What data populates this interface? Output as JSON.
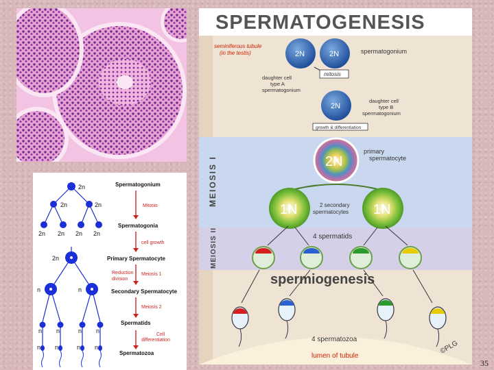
{
  "slide": {
    "number": "35"
  },
  "histology": {
    "image": "seminiferous tubule micrograph"
  },
  "lineage": {
    "labels": {
      "spermatogonium": "Spermatogonium",
      "mitosis": "Mitosis",
      "spermatogonia": "Spermatogonia",
      "cell_growth": "cell growth",
      "primary": "Primary Spermatocyte",
      "reduction": "Reduction",
      "division": "division",
      "meiosis1": "Meiosis 1",
      "secondary": "Secondary Spermatocyte",
      "meiosis2": "Meiosis 2",
      "spermatids": "Spermatids",
      "cell": "Cell",
      "differentiation": "differentiation",
      "spermatozoa": "Spermatozoa"
    },
    "ploidy": {
      "two_n": "2n",
      "n": "n"
    },
    "colors": {
      "node": "#1a2fd6",
      "arrow": "#cc2222",
      "text": "#111111"
    }
  },
  "main": {
    "title": "SPERMATOGENESIS",
    "labels": {
      "tubule1": "seminiferous tubule",
      "tubule2": "(in the testis)",
      "spermatogonium": "spermatogonium",
      "mitosis": "mitosis",
      "daughter_a1": "daughter cell",
      "daughter_a2": "type A",
      "daughter_a3": "spermatogonium",
      "daughter_b1": "daughter cell",
      "daughter_b2": "type B",
      "daughter_b3": "spermatogonium",
      "growth": "growth & differentiation",
      "meiosis1": "MEIOSIS I",
      "primary1": "primary",
      "primary2": "spermatocyte",
      "secondary1": "2 secondary",
      "secondary2": "spermatocytes",
      "meiosis2": "MEIOSIS II",
      "spermatids": "4 spermatids",
      "spermiogenesis": "spermiogenesis",
      "spermatozoa": "4 spermatozoa",
      "lumen": "lumen of tubule",
      "copyright": "©PLG"
    },
    "ploidy": {
      "two_n": "2N",
      "one_n": "1N"
    },
    "colors": {
      "title": "#555555",
      "tubule_label": "#cc2200",
      "band1": "#c9d8ee",
      "band2": "#d5cfe8",
      "spermatogonium_cell": "#2a5fb0",
      "lumen_fill": "#fbf0dc",
      "cap_red": "#d62020",
      "cap_blue": "#2a60d0",
      "cap_green": "#2c9a2c",
      "cap_yellow": "#e6cc00"
    }
  }
}
